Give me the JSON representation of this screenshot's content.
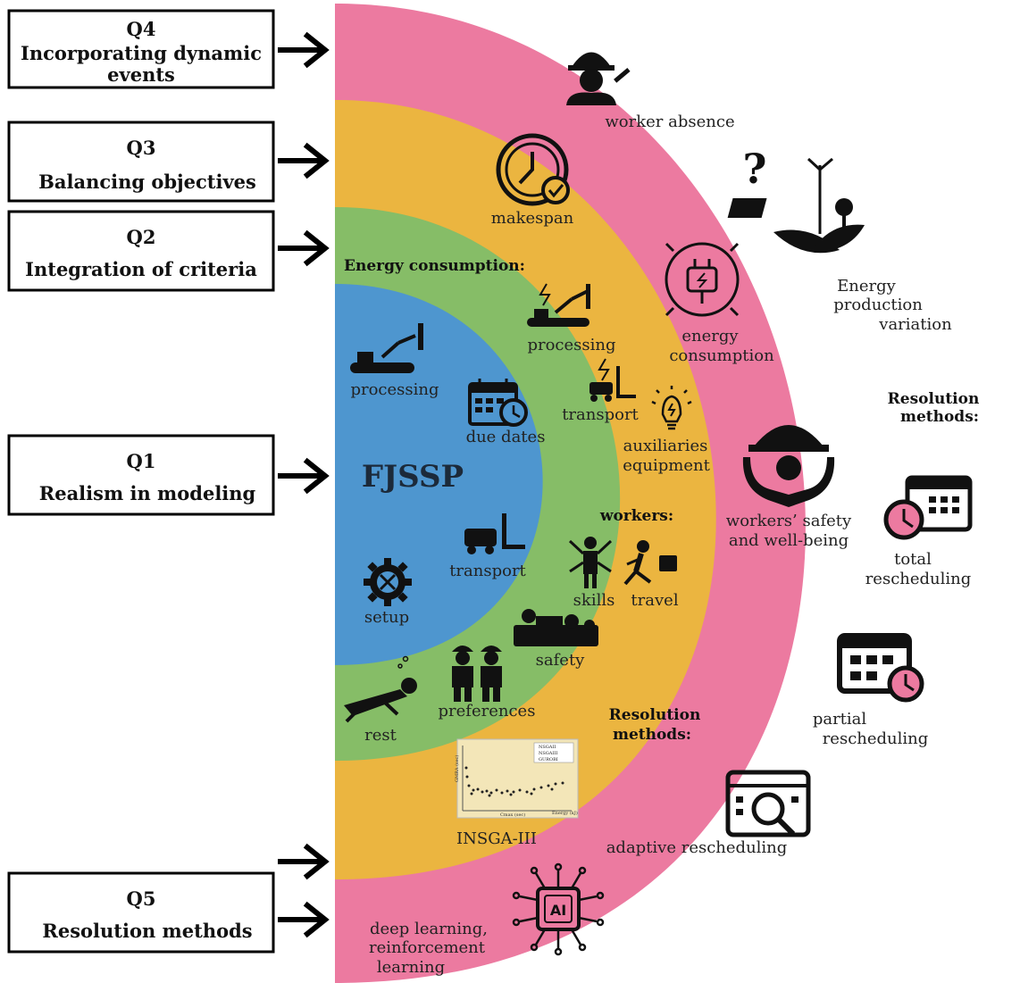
{
  "questions": {
    "q4": {
      "id": "Q4",
      "line1": "Incorporating dynamic",
      "line2": "events"
    },
    "q3": {
      "id": "Q3",
      "line1": "Balancing objectives"
    },
    "q2": {
      "id": "Q2",
      "line1": "Integration of criteria"
    },
    "q1": {
      "id": "Q1",
      "line1": "Realism in modeling"
    },
    "q5": {
      "id": "Q5",
      "line1": "Resolution methods"
    }
  },
  "center": {
    "title": "FJSSP"
  },
  "blue_ring": {
    "processing": "processing",
    "due_dates": "due dates",
    "transport": "transport",
    "setup": "setup"
  },
  "green_ring": {
    "energy_heading": "Energy consumption:",
    "processing": "processing",
    "transport": "transport",
    "aux_line1": "auxiliaries",
    "aux_line2": "equipment",
    "workers_heading": "workers:",
    "skills": "skills",
    "travel": "travel",
    "safety": "safety",
    "preferences": "preferences",
    "rest": "rest"
  },
  "orange_ring": {
    "makespan": "makespan",
    "energy_line1": "energy",
    "energy_line2": "consumption",
    "safety_line1": "workers’ safety",
    "safety_line2": "and well-being",
    "res_heading1": "Resolution",
    "res_heading2": "methods:",
    "insga": "INSGA-III",
    "plot_legend": [
      "NSGAII",
      "NSGAIII",
      "GUROBI"
    ],
    "plot_xlabel": "Cmax (sec)",
    "plot_ylabel": "GMRA (sec)",
    "plot_zlabel": "Energy (kJ)"
  },
  "pink_ring": {
    "worker_absence": "worker absence",
    "question_mark": "?",
    "energy_line1": "Energy",
    "energy_line2": "production",
    "energy_line3": "variation",
    "res_heading1": "Resolution",
    "res_heading2": "methods:",
    "total_line1": "total",
    "total_line2": "rescheduling",
    "partial_line1": "partial",
    "partial_line2": "rescheduling",
    "adaptive": "adaptive rescheduling",
    "dl_line1": "deep learning,",
    "dl_line2": "reinforcement",
    "dl_line3": "learning",
    "ai_chip": "AI"
  },
  "colors": {
    "pink": "#ec7aa0",
    "orange": "#ebb540",
    "green": "#86bd67",
    "blue": "#4e96cf",
    "text": "#222222",
    "icon": "#111111"
  }
}
